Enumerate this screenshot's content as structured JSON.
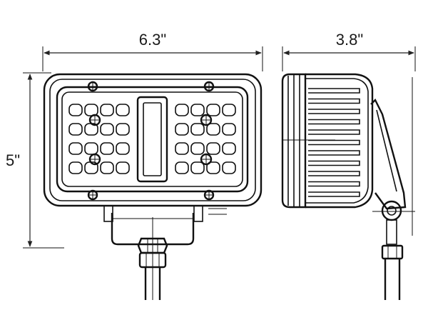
{
  "dimensions": {
    "width_label": "6.3\"",
    "depth_label": "3.8\"",
    "height_label": "5\""
  },
  "colors": {
    "line": "#111111",
    "background": "#ffffff"
  }
}
